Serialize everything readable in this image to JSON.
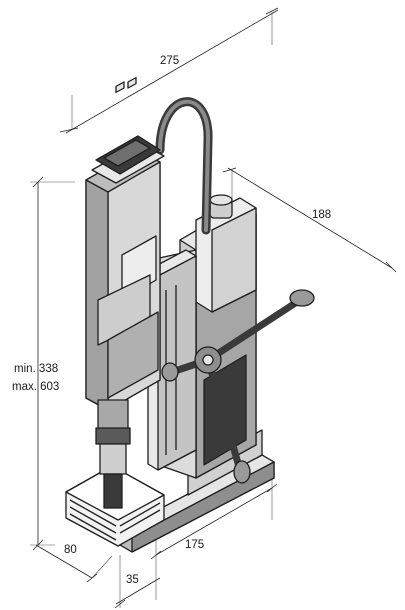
{
  "dimensions": {
    "width_top": "275",
    "depth_right": "188",
    "height_min": "min. 338",
    "height_max": "max. 603",
    "base_left": "80",
    "base_right": "175",
    "offset_bottom": "35"
  },
  "colors": {
    "body_light": "#e6e6e6",
    "body_mid": "#b9b9b9",
    "body_dark": "#6f6f6f",
    "panel_dark": "#3a3a3a",
    "outline": "#1e1e1e"
  }
}
